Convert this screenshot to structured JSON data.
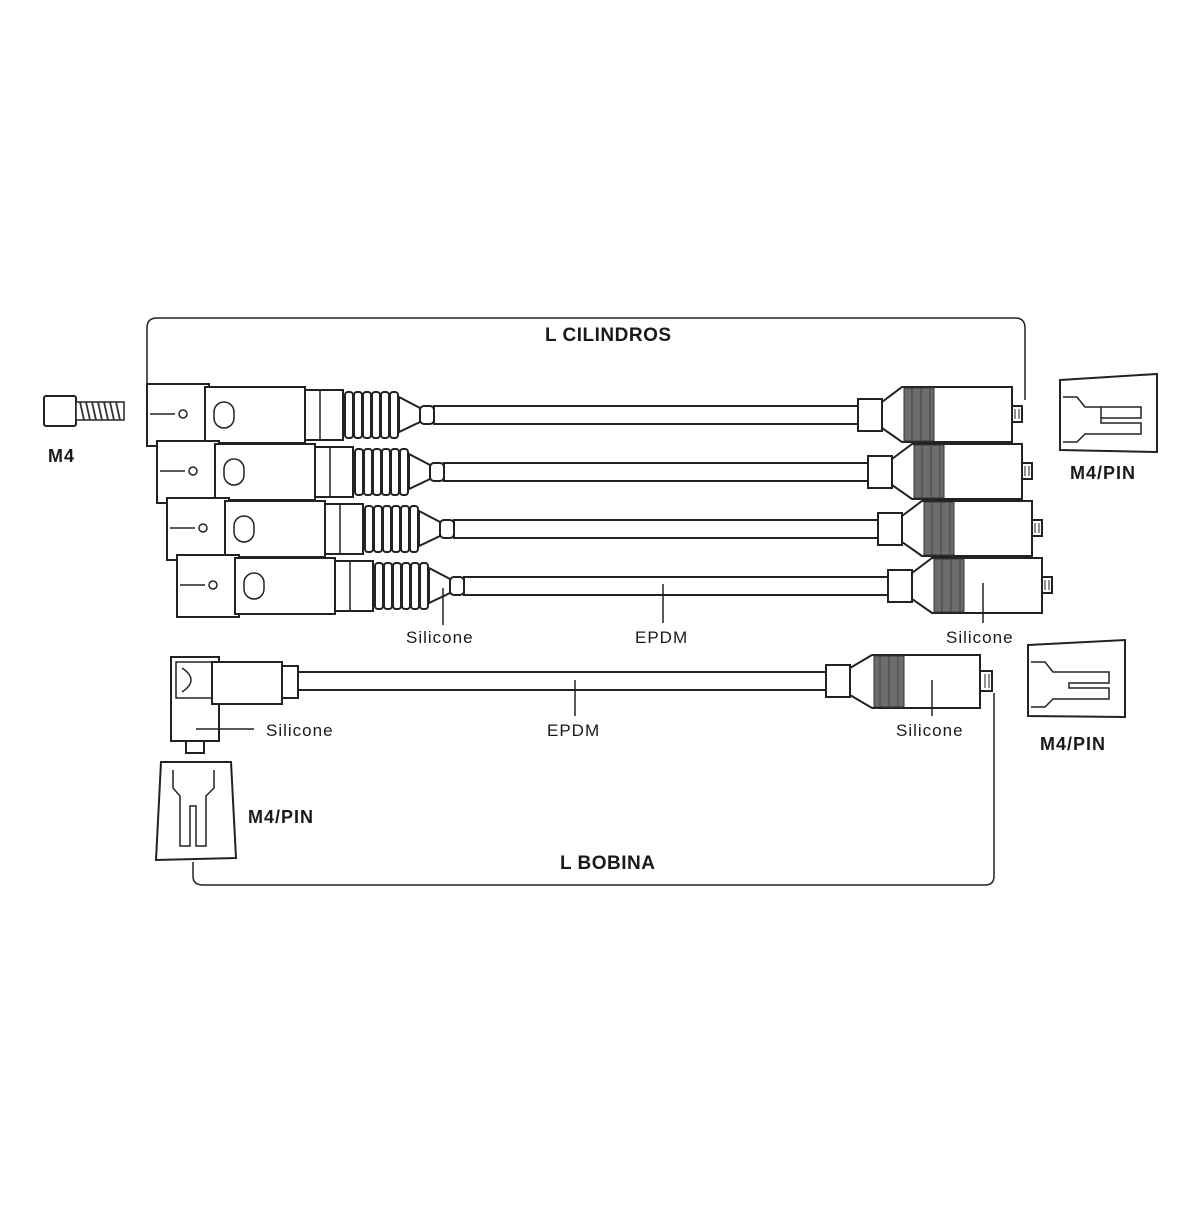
{
  "labels": {
    "l_cilindros": "L  CILINDROS",
    "l_bobina": "L  BOBINA",
    "m4": "M4",
    "m4_pin_top": "M4/PIN",
    "m4_pin_mid": "M4/PIN",
    "m4_pin_bottom": "M4/PIN",
    "silicone_left": "Silicone",
    "epdm_top": "EPDM",
    "silicone_right": "Silicone",
    "silicone_coil": "Silicone",
    "epdm_coil": "EPDM",
    "silicone_coil_right": "Silicone"
  },
  "colors": {
    "line": "#222222",
    "band": "#6d6d6d",
    "background": "#ffffff"
  },
  "cylinder_wire_count": 4
}
